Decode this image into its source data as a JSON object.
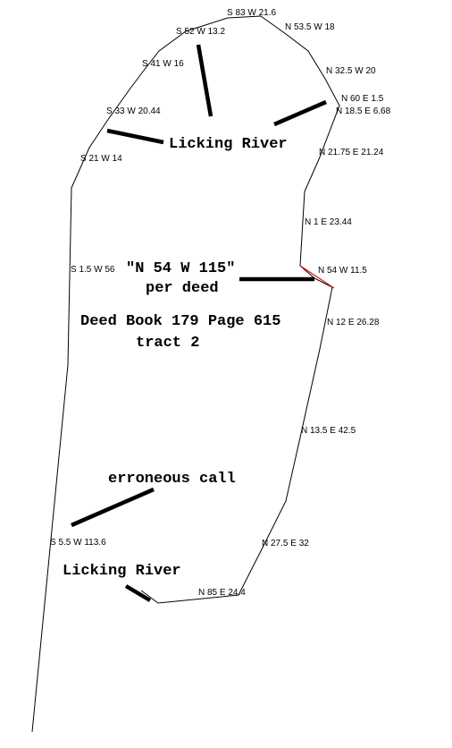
{
  "calls": {
    "s83w216": "S 83 W 21.6",
    "n535w18": "N 53.5 W 18",
    "s52w132": "S 52 W 13.2",
    "s41w16": "S 41 W 16",
    "n325w20": "N 32.5 W 20",
    "n60e15": "N 60 E 1.5",
    "n185e668": "N 18.5 E 6.68",
    "s33w2044": "S 33 W 20.44",
    "n2175e2124": "N 21.75 E 21.24",
    "s21w14": "S 21 W 14",
    "n1e2344": "N 1 E 23.44",
    "s15w56": "S 1.5 W 56",
    "n54w115": "N 54 W 11.5",
    "n12e2628": "N 12 E 26.28",
    "n135e425": "N 13.5 E 42.5",
    "s55w1136": "S 5.5 W 113.6",
    "n275e32": "N 27.5 E 32",
    "n85e244": "N 85 E 24.4"
  },
  "labels": {
    "river_top": "Licking River",
    "deed_call_line1": "\"N 54 W 115\"",
    "deed_call_line2": "per deed",
    "deed_ref_line1": "Deed Book 179 Page 615",
    "deed_ref_line2": "tract 2",
    "erroneous": "erroneous call",
    "river_bottom": "Licking River"
  },
  "colors": {
    "boundary": "#000000",
    "erroneous_segment": "#e01010"
  }
}
